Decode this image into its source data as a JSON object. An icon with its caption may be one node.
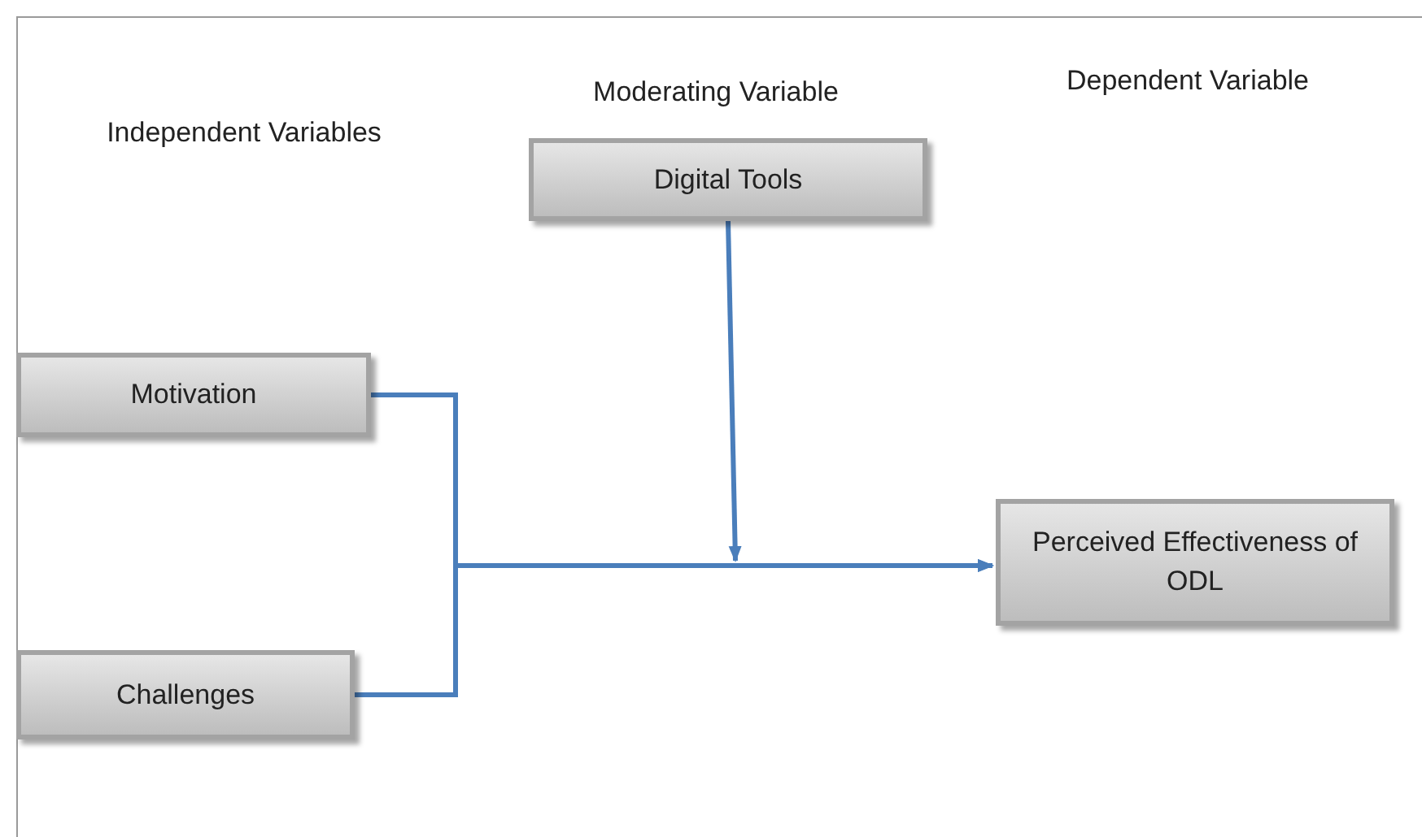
{
  "diagram": {
    "nodes": [
      {
        "text": [
          "Digital Tools"
        ]
      },
      {
        "text": [
          "Motivation"
        ]
      },
      {
        "text": [
          "Perceived Effectiveness of ODL"
        ]
      },
      {
        "text": [
          "Challenges"
        ]
      }
    ],
    "edges": [
      {
        "from": 1,
        "to": 2,
        "arrow": "to"
      },
      {
        "from": 3,
        "to": 2,
        "arrow": "to"
      },
      {
        "from": 0,
        "to": null,
        "arrow": "to"
      }
    ],
    "labels": [
      "Independent Variables",
      "Moderating Variable",
      "Dependent Variable"
    ]
  }
}
